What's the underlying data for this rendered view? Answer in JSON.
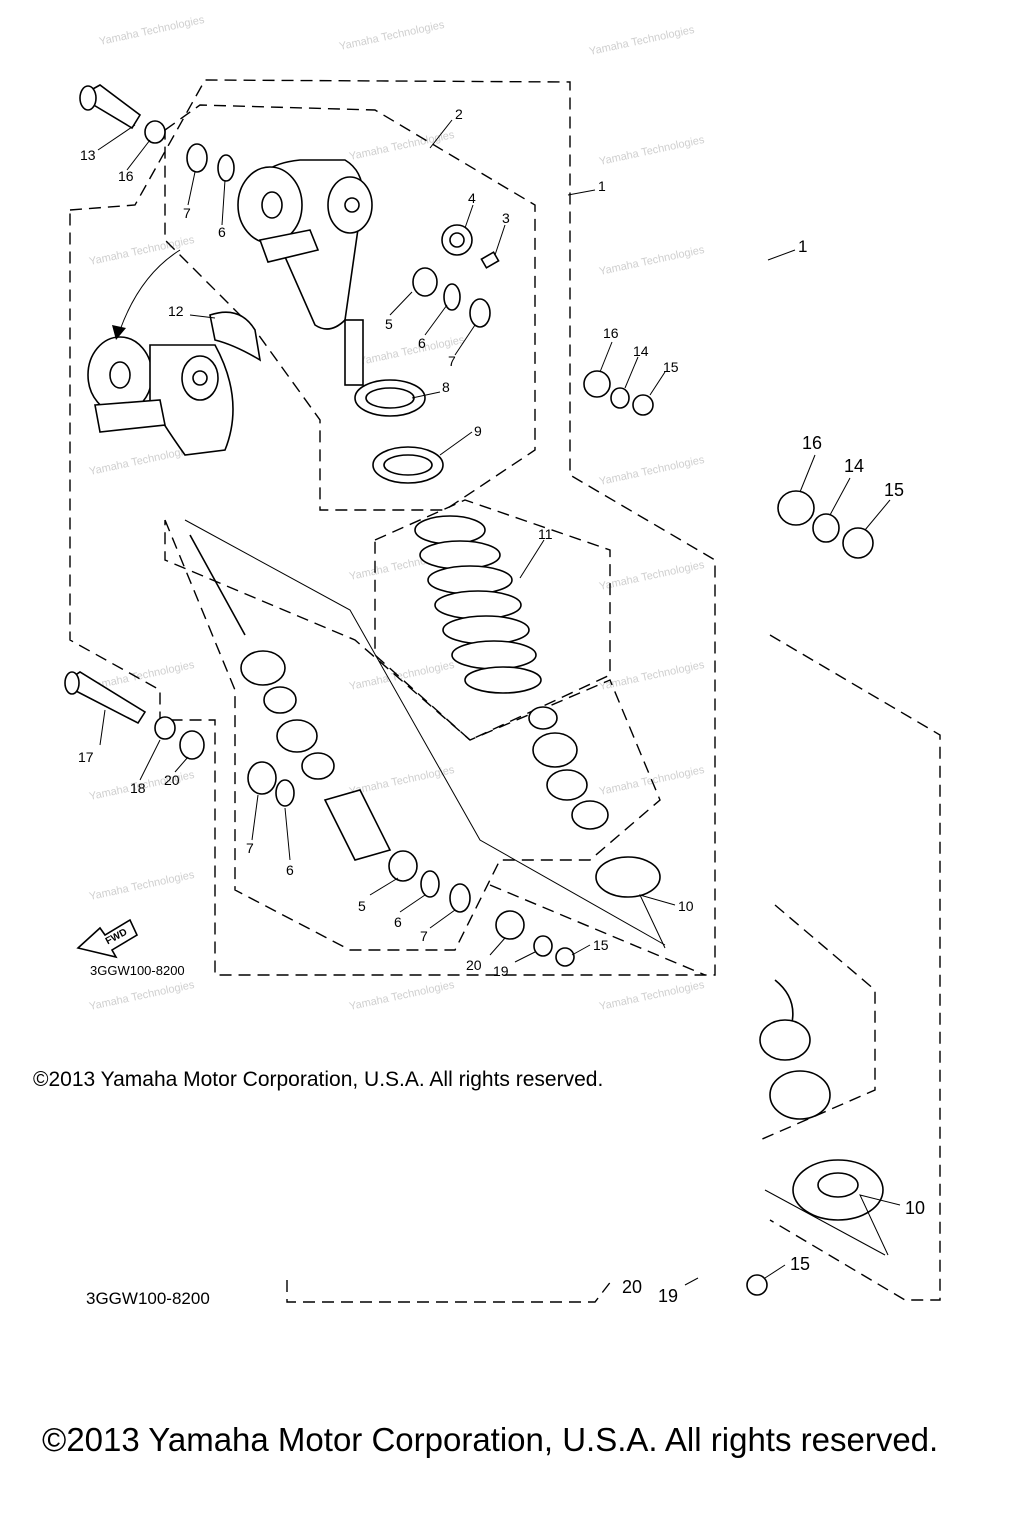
{
  "diagram": {
    "part_labels": {
      "p1a": "1",
      "p1b": "1",
      "p2": "2",
      "p3": "3",
      "p4": "4",
      "p5a": "5",
      "p5b": "5",
      "p6a": "6",
      "p6b": "6",
      "p6c": "6",
      "p6d": "6",
      "p7a": "7",
      "p7b": "7",
      "p7c": "7",
      "p7d": "7",
      "p8": "8",
      "p9": "9",
      "p10a": "10",
      "p10b": "10",
      "p11": "11",
      "p12": "12",
      "p13": "13",
      "p14a": "14",
      "p14b": "14",
      "p15a": "15",
      "p15b": "15",
      "p15c": "15",
      "p15d": "15",
      "p16a": "16",
      "p16b": "16",
      "p16c": "16",
      "p17": "17",
      "p18": "18",
      "p19a": "19",
      "p19b": "19",
      "p20a": "20",
      "p20b": "20",
      "p20c": "20"
    },
    "fwd_label": "FWD",
    "diagram_code_small": "3GGW100-8200",
    "diagram_code_large": "3GGW100-8200",
    "copyright_small": "©2013 Yamaha Motor Corporation, U.S.A. All rights reserved.",
    "copyright_large": "©2013 Yamaha Motor Corporation, U.S.A. All rights reserved.",
    "watermark": "Yamaha Technologies"
  }
}
